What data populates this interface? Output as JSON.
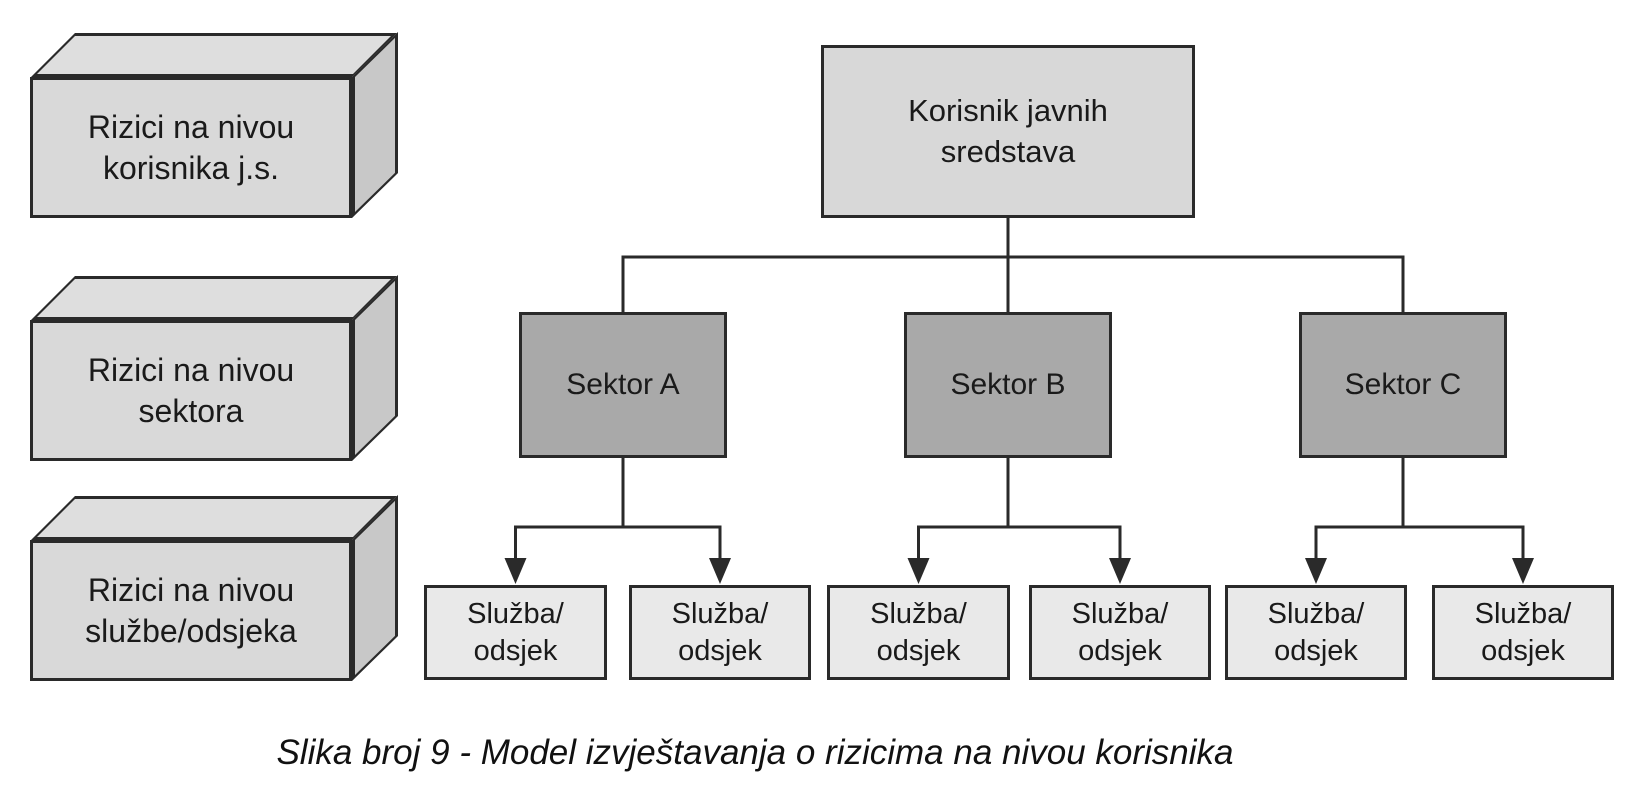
{
  "figure": {
    "caption": "Slika broj 9 - Model izvještavanja o rizicima na nivou korisnika"
  },
  "colors": {
    "background": "#ffffff",
    "cuboid_front": "#d9d9d9",
    "cuboid_top": "#dedede",
    "cuboid_side": "#c8c8c8",
    "root_box_fill": "#d8d8d8",
    "sector_box_fill": "#a9a9a9",
    "unit_box_fill": "#e9e9e9",
    "outline": "#2a2a2a",
    "text": "#1a1a1a"
  },
  "risk_levels": [
    {
      "line1": "Rizici na nivou",
      "line2": "korisnika j.s."
    },
    {
      "line1": "Rizici na nivou",
      "line2": "sektora"
    },
    {
      "line1": "Rizici na nivou",
      "line2": "službe/odsjeka"
    }
  ],
  "org_chart": {
    "root": {
      "line1": "Korisnik javnih",
      "line2": "sredstava"
    },
    "sectors": [
      {
        "label": "Sektor A"
      },
      {
        "label": "Sektor B"
      },
      {
        "label": "Sektor C"
      }
    ],
    "units": [
      {
        "line1": "Služba/",
        "line2": "odsjek"
      },
      {
        "line1": "Služba/",
        "line2": "odsjek"
      },
      {
        "line1": "Služba/",
        "line2": "odsjek"
      },
      {
        "line1": "Služba/",
        "line2": "odsjek"
      },
      {
        "line1": "Služba/",
        "line2": "odsjek"
      },
      {
        "line1": "Služba/",
        "line2": "odsjek"
      }
    ]
  }
}
